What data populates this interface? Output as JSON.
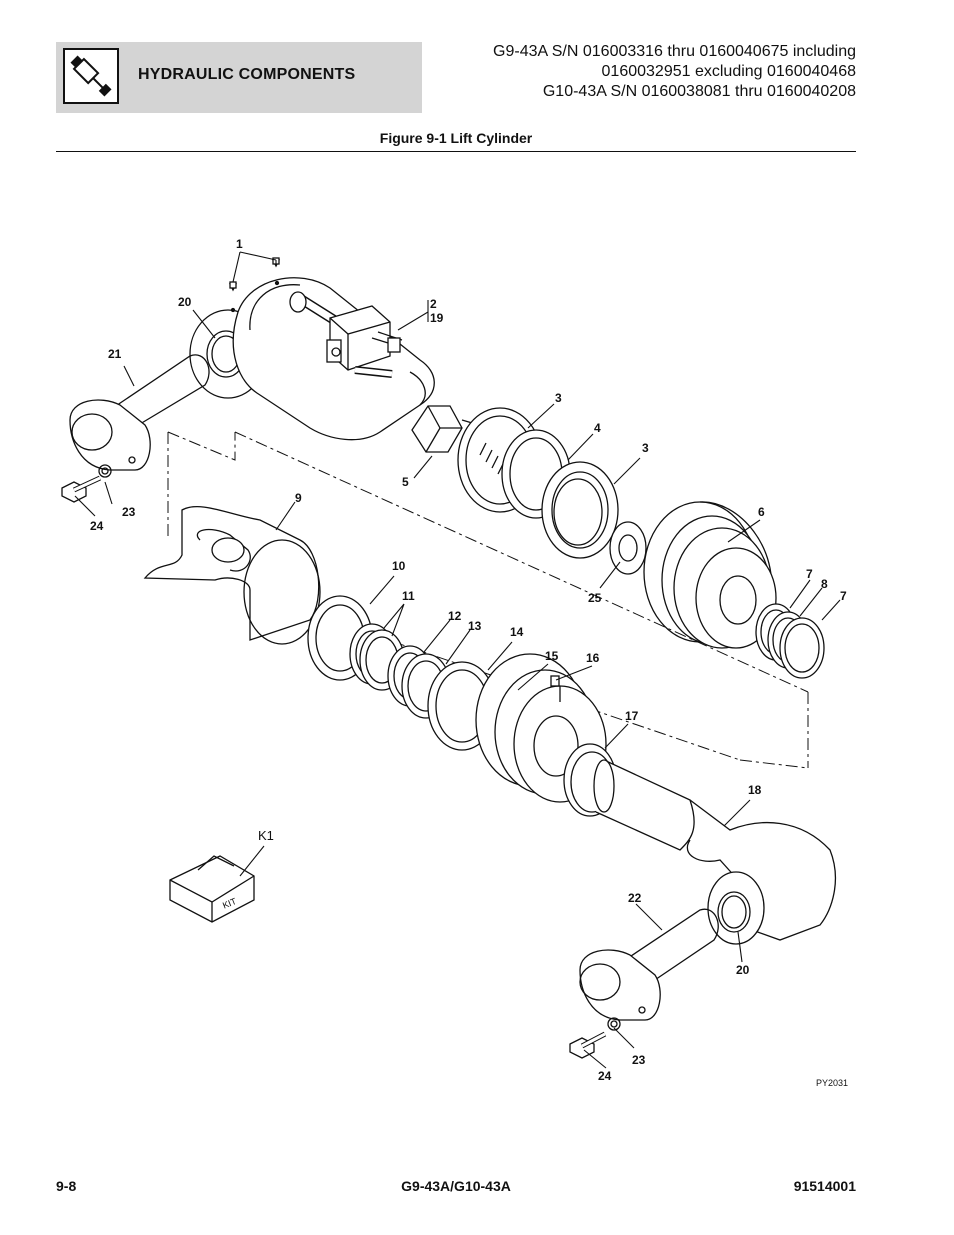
{
  "header": {
    "section_title": "HYDRAULIC COMPONENTS",
    "icon": "hydraulic-cylinder-icon",
    "serial_lines": [
      "G9-43A S/N 016003316 thru 0160040675 including",
      "0160032951 excluding 0160040468",
      "G10-43A S/N 0160038081 thru 0160040208"
    ]
  },
  "figure": {
    "title": "Figure 9-1 Lift Cylinder",
    "drawing_id": "PY2031",
    "kit_label": "K1",
    "kit_box_text": "KIT",
    "callouts": {
      "c1": "1",
      "c2": "2",
      "c19": "19",
      "c20a": "20",
      "c21": "21",
      "c3a": "3",
      "c4": "4",
      "c3b": "3",
      "c5": "5",
      "c23a": "23",
      "c24a": "24",
      "c9": "9",
      "c6": "6",
      "c25": "25",
      "c7a": "7",
      "c8": "8",
      "c7b": "7",
      "c10": "10",
      "c11": "11",
      "c12": "12",
      "c13": "13",
      "c14": "14",
      "c15": "15",
      "c16": "16",
      "c17": "17",
      "c18": "18",
      "c22": "22",
      "c20b": "20",
      "c23b": "23",
      "c24b": "24"
    }
  },
  "footer": {
    "page": "9-8",
    "model": "G9-43A/G10-43A",
    "doc_number": "91514001"
  }
}
